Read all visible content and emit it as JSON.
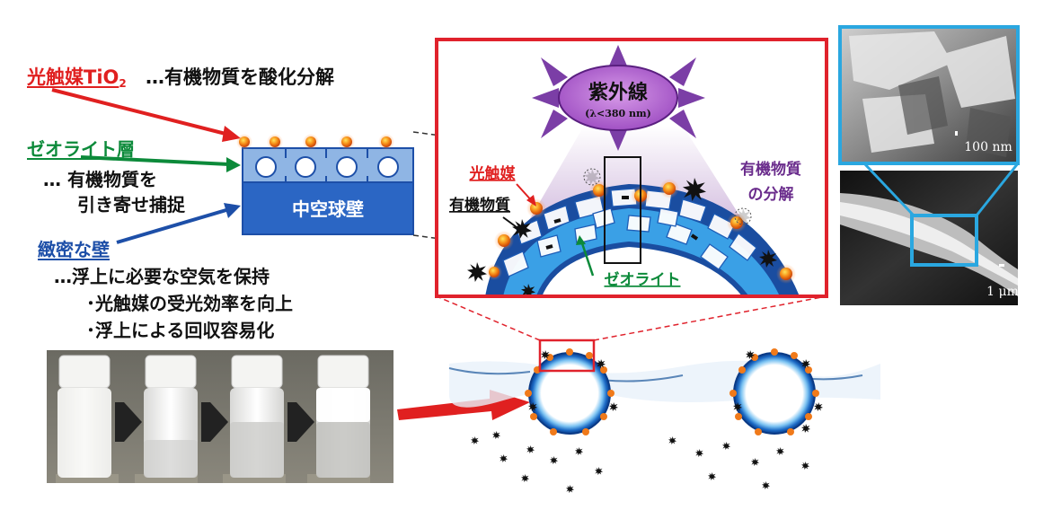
{
  "left": {
    "photocatalyst": {
      "name": "光触媒TiO",
      "sub": "2",
      "desc": "…有機物質を酸化分解"
    },
    "zeolite": {
      "name": "ゼオライト層",
      "desc1": "… 有機物質を",
      "desc2": "引き寄せ捕捉"
    },
    "wall": {
      "name": "緻密な壁",
      "desc1": "…浮上に必要な空気を保持",
      "desc2": "･光触媒の受光効率を向上",
      "desc3": "･浮上による回収容易化"
    },
    "cross_section_label": "中空球壁"
  },
  "zoom": {
    "uv_title": "紫外線",
    "uv_sub": "(λ<380 nm)",
    "catalyst": "光触媒",
    "organic": "有機物質",
    "zeolite": "ゼオライト",
    "decomp1": "有機物質",
    "decomp2": "の分解"
  },
  "sem": {
    "scale_top": "100 nm",
    "scale_bottom": "1 μm"
  },
  "colors": {
    "red": "#e02020",
    "green": "#0c8a3a",
    "blue": "#1d4fa8",
    "purple": "#6a2c8c",
    "zoom_border": "#e0222c",
    "sem_border": "#2aa7e0"
  }
}
